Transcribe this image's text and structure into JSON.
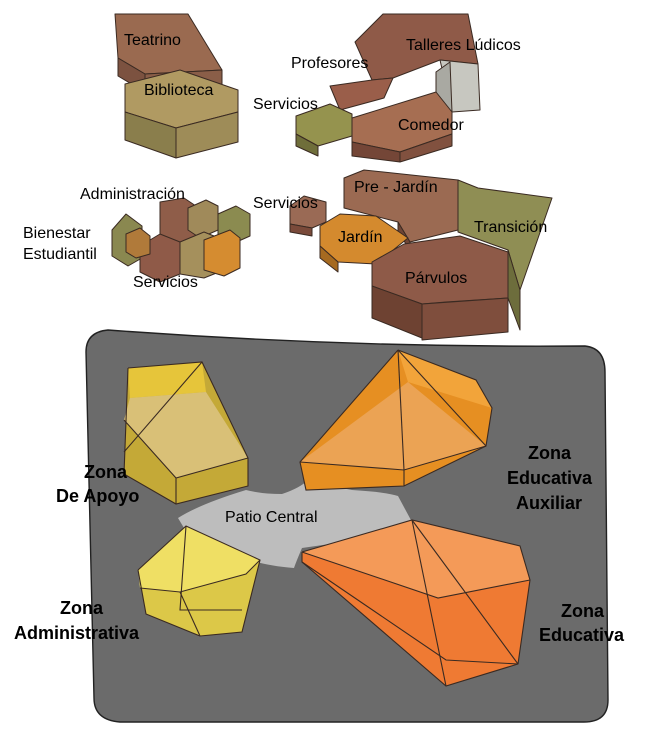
{
  "labels": {
    "teatrino": "Teatrino",
    "biblioteca": "Biblioteca",
    "profesores": "Profesores",
    "talleres": "Talleres Lúdicos",
    "servicios_top": "Servicios",
    "comedor": "Comedor",
    "administracion": "Administración",
    "bienestar_1": "Bienestar",
    "bienestar_2": "Estudiantil",
    "servicios_admin": "Servicios",
    "servicios_mid": "Servicios",
    "pre_jardin": "Pre - Jardín",
    "transicion": "Transición",
    "jardin": "Jardín",
    "parvulos": "Párvulos",
    "patio": "Patio Central"
  },
  "zones": {
    "apoyo_1": "Zona",
    "apoyo_2": "De Apoyo",
    "auxiliar_1": "Zona",
    "auxiliar_2": "Educativa",
    "auxiliar_3": "Auxiliar",
    "administrativa_1": "Zona",
    "administrativa_2": "Administrativa",
    "educativa_1": "Zona",
    "educativa_2": "Educativa"
  },
  "colors": {
    "brown": "#8e5a47",
    "brown_dark": "#6e4435",
    "olive": "#8a8a52",
    "olive_dark": "#6d6d3e",
    "tan": "#a88c62",
    "orange_block": "#d38a2c",
    "light_gray": "#c9c9c0",
    "site_gray": "#6b6b6b",
    "patio_gray": "#bdbdbd",
    "zone_yellow": "#e3c23e",
    "zone_yellow_light": "#efe16a",
    "zone_orange": "#f0952a",
    "zone_orange_red": "#f07a32"
  }
}
